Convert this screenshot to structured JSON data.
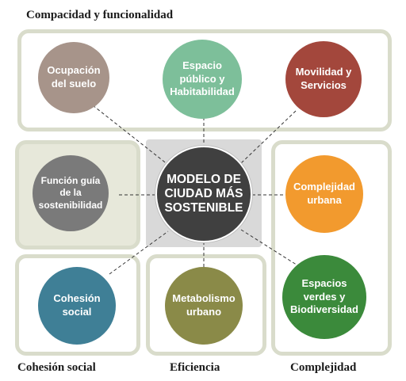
{
  "labels": {
    "top": "Compacidad y funcionalidad",
    "cohesion": "Cohesión social",
    "eficiencia": "Eficiencia",
    "complejidad": "Complejidad"
  },
  "center": {
    "text": "MODELO DE CIUDAD MÁS SOSTENIBLE",
    "color": "#404040"
  },
  "nodes": [
    {
      "id": "ocupacion",
      "text": "Ocupación del suelo",
      "color": "#a7948a"
    },
    {
      "id": "espacio",
      "text": "Espacio público y Habitabilidad",
      "color": "#7dbf9a"
    },
    {
      "id": "movilidad",
      "text": "Movilidad y Servicios",
      "color": "#a3473c"
    },
    {
      "id": "funcion",
      "text": "Función guía de la sostenibilidad",
      "color": "#7a7a7a"
    },
    {
      "id": "complejidad",
      "text": "Complejidad urbana",
      "color": "#f29a2e"
    },
    {
      "id": "cohesion",
      "text": "Cohesión social",
      "color": "#3f7f96"
    },
    {
      "id": "metabolismo",
      "text": "Metabolismo urbano",
      "color": "#8a8a48"
    },
    {
      "id": "espacios-verdes",
      "text": "Espacios verdes y Biodiversidad",
      "color": "#3b8a3b"
    }
  ],
  "colors": {
    "frame": "#d9dccb",
    "frame_fill": "#e7e8da",
    "center_bg": "#d9d9d9"
  }
}
